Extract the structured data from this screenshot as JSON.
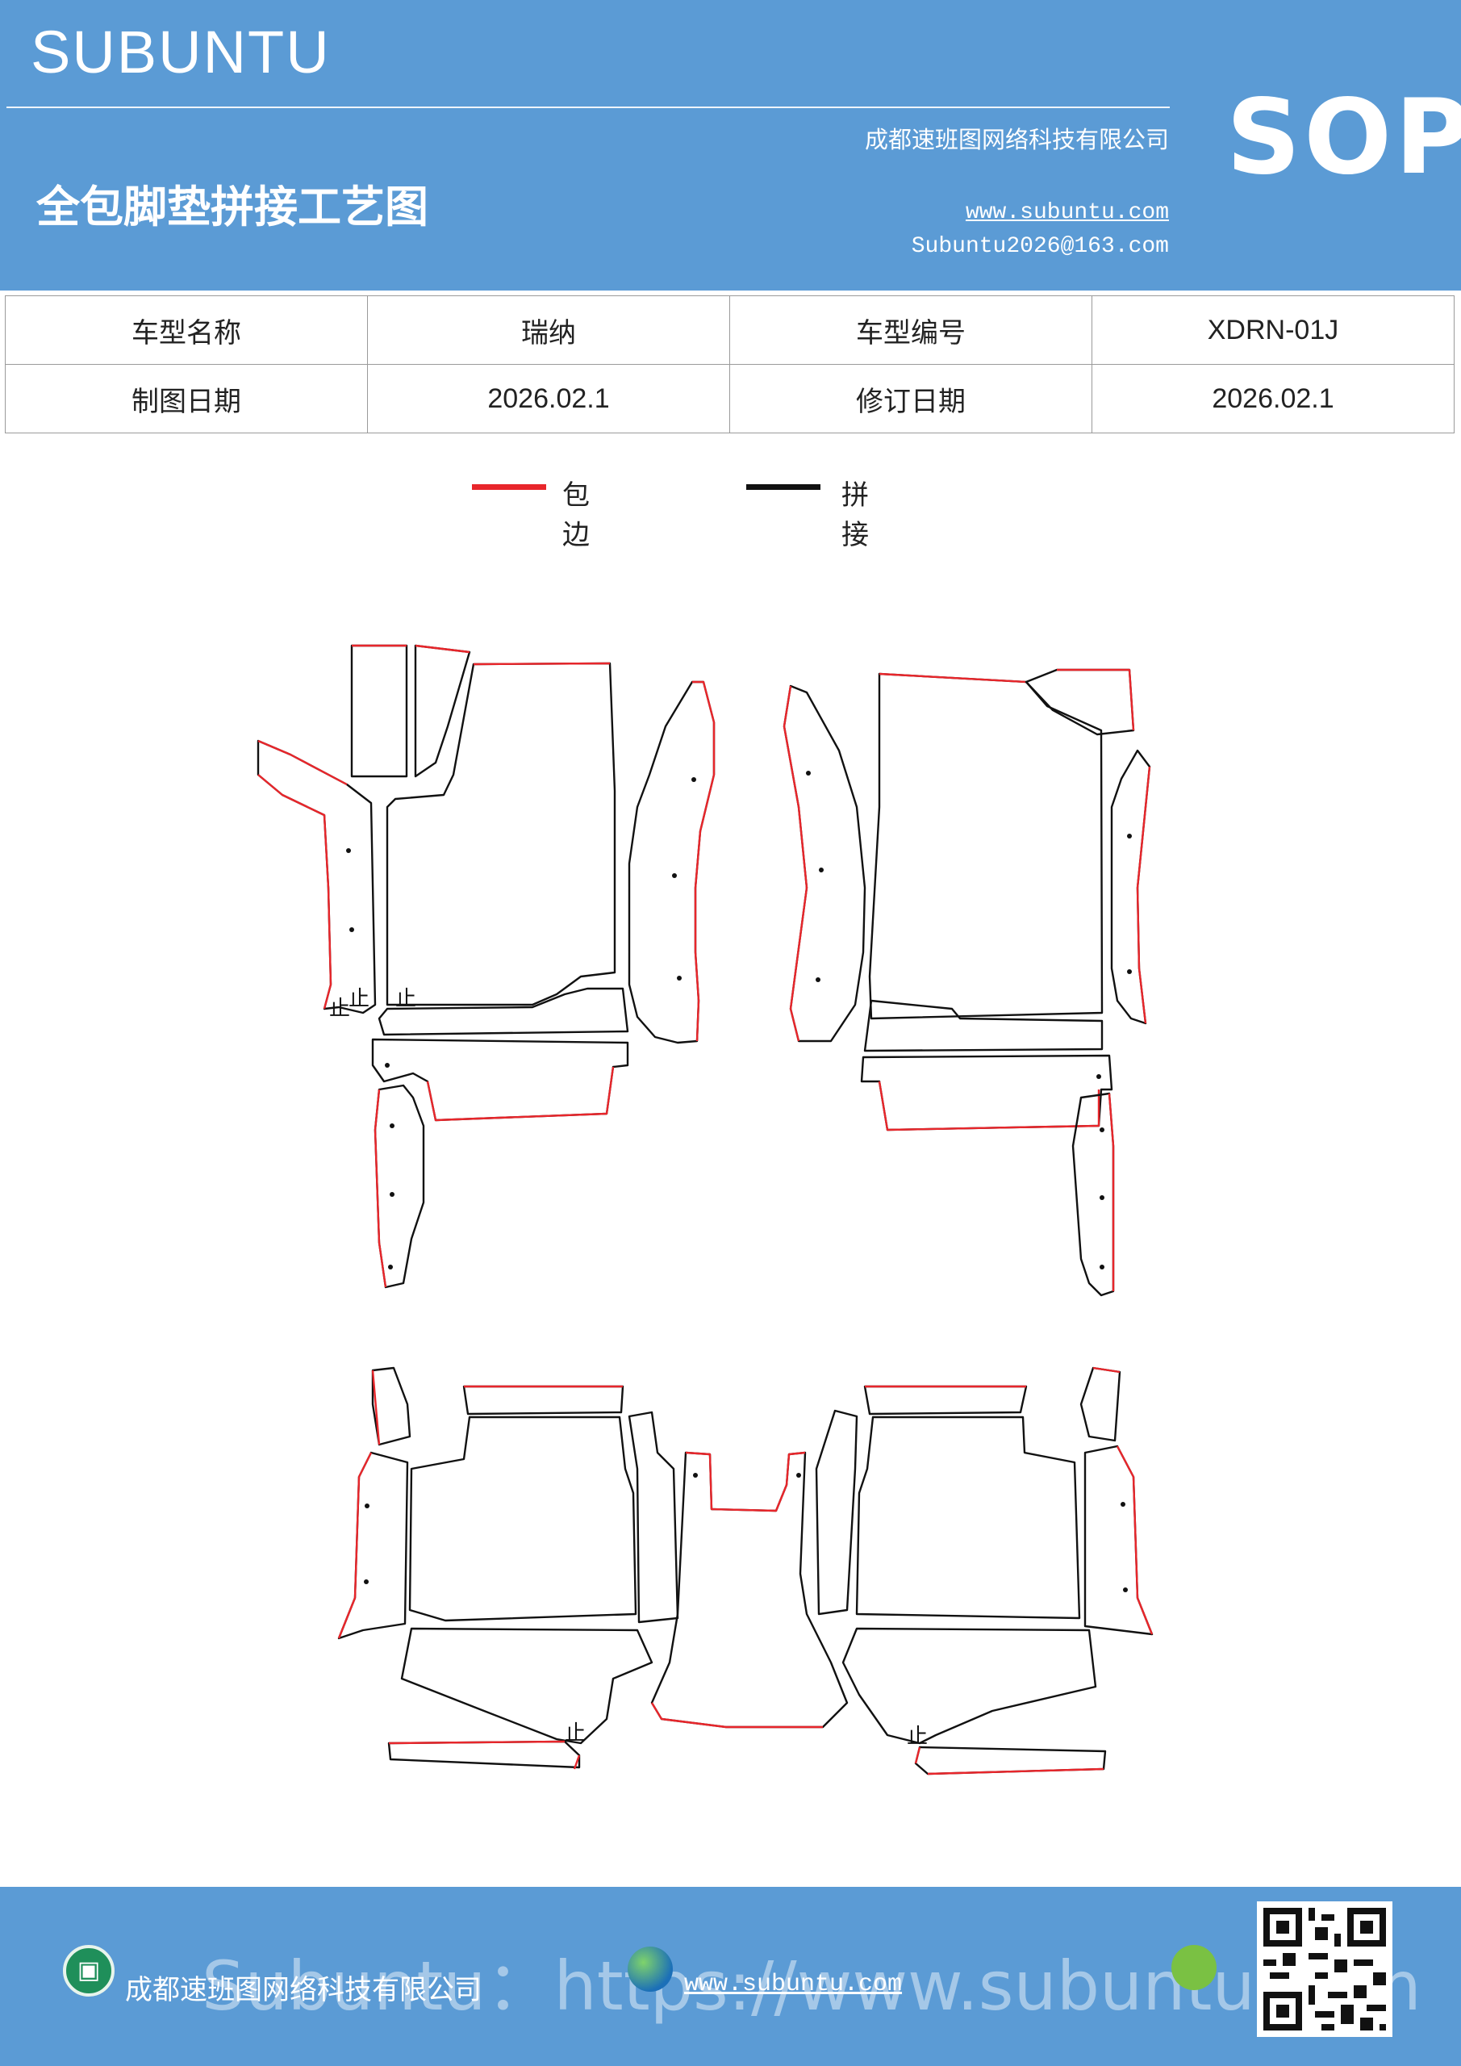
{
  "header": {
    "brand": "SUBUNTU",
    "company": "成都速班图网络科技有限公司",
    "title": "全包脚垫拼接工艺图",
    "website": "www.subuntu.com",
    "email": "Subuntu2026@163.com",
    "sop": "SOP",
    "bg_color": "#5b9bd5"
  },
  "info_table": {
    "rows": [
      [
        "车型名称",
        "瑞纳",
        "车型编号",
        "XDRN-01J"
      ],
      [
        "制图日期",
        "2026.02.1",
        "修订日期",
        "2026.02.1"
      ]
    ]
  },
  "legend": {
    "items": [
      {
        "label": "包边",
        "color": "#e8262b"
      },
      {
        "label": "拼接",
        "color": "#111111"
      }
    ]
  },
  "drawing": {
    "mark": "止",
    "edge_color": "#e8262b",
    "seam_color": "#111111"
  },
  "footer": {
    "company": "成都速班图网络科技有限公司",
    "website": "www.subuntu.com",
    "watermark": "Subuntu：https://www.subuntu.com",
    "icons": [
      "building-icon",
      "globe-icon",
      "wechat-icon",
      "qr-code"
    ]
  }
}
